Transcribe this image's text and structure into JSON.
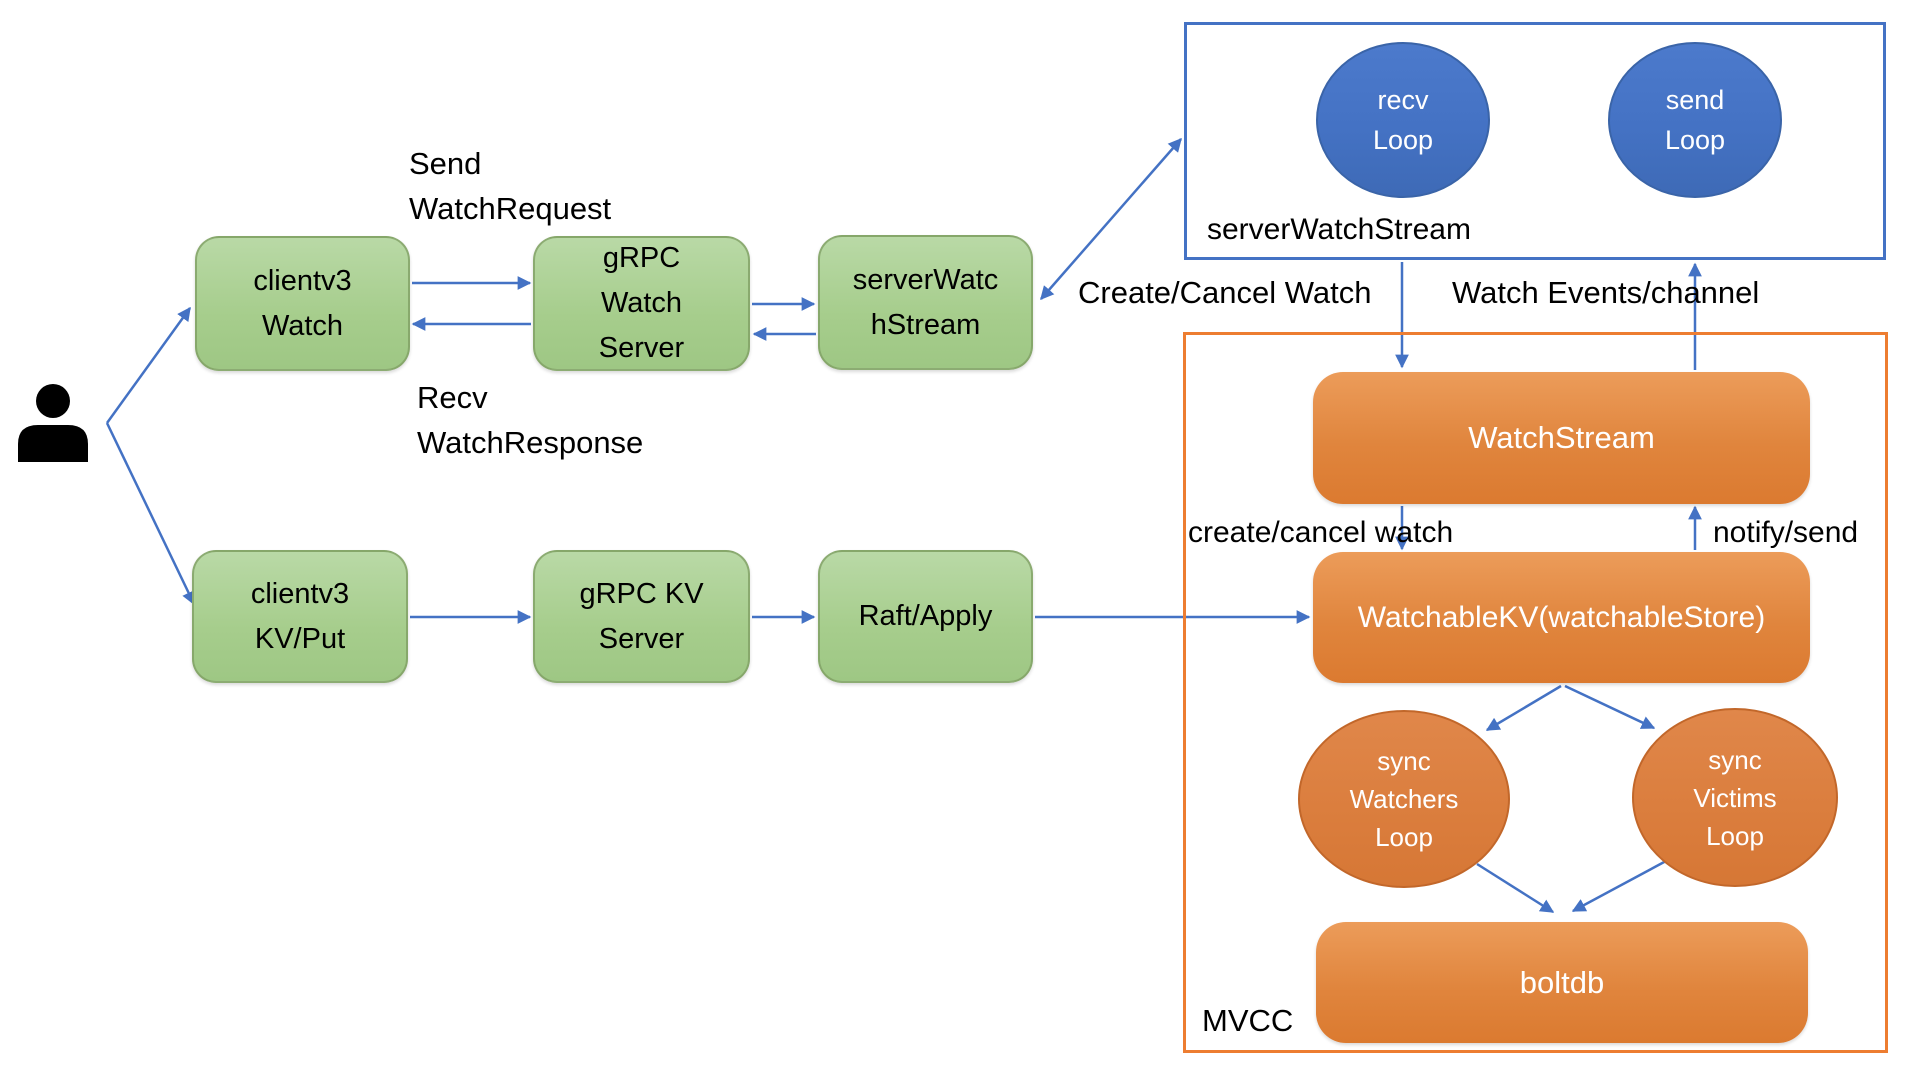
{
  "nodes": {
    "clientv3_watch": {
      "lines": [
        "clientv3",
        "Watch"
      ]
    },
    "grpc_watch_server": {
      "lines": [
        "gRPC",
        "Watch",
        "Server"
      ]
    },
    "server_watch_stream": {
      "lines": [
        "serverWatc",
        "hStream"
      ]
    },
    "clientv3_kv_put": {
      "lines": [
        "clientv3",
        "KV/Put"
      ]
    },
    "grpc_kv_server": {
      "lines": [
        "gRPC KV",
        "Server"
      ]
    },
    "raft_apply": {
      "label": "Raft/Apply"
    },
    "recv_loop": {
      "lines": [
        "recv",
        "Loop"
      ]
    },
    "send_loop": {
      "lines": [
        "send",
        "Loop"
      ]
    },
    "watch_stream": {
      "label": "WatchStream"
    },
    "watchable_kv": {
      "label": "WatchableKV(watchableStore)"
    },
    "sync_watchers_loop": {
      "lines": [
        "sync",
        "Watchers",
        "Loop"
      ]
    },
    "sync_victims_loop": {
      "lines": [
        "sync",
        "Victims",
        "Loop"
      ]
    },
    "boltdb": {
      "label": "boltdb"
    }
  },
  "containers": {
    "server_watch_stream": {
      "label": "serverWatchStream"
    },
    "mvcc": {
      "label": "MVCC"
    }
  },
  "edge_labels": {
    "send_watch_request": {
      "lines": [
        "Send",
        "WatchRequest"
      ]
    },
    "recv_watch_response": {
      "lines": [
        "Recv",
        "WatchResponse"
      ]
    },
    "create_cancel_watch_upper": "Create/Cancel Watch",
    "watch_events_channel": "Watch Events/channel",
    "create_cancel_watch_lower": "create/cancel watch",
    "notify_send": "notify/send"
  },
  "icons": {
    "user": "person-silhouette"
  },
  "colors": {
    "green_node": "#a9d18e",
    "orange_node": "#db7a30",
    "blue_node": "#4472c4",
    "arrow": "#4472c4",
    "stream_box_border": "#4472c4",
    "mvcc_box_border": "#ed7d31",
    "text": "#000000",
    "node_text_light": "#ffffff",
    "background": "#ffffff"
  }
}
